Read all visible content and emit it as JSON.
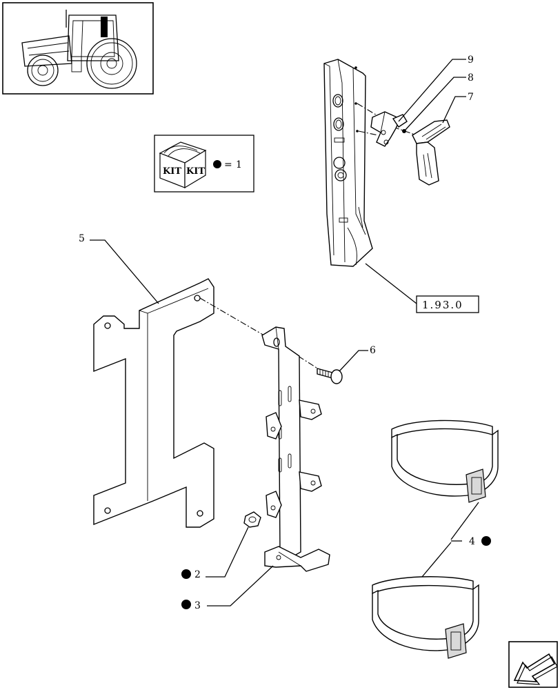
{
  "callouts": {
    "c1": "1",
    "c2": "2",
    "c3": "3",
    "c4": "4",
    "c5": "5",
    "c6": "6",
    "c7": "7",
    "c8": "8",
    "c9": "9"
  },
  "kit_box": {
    "label_left": "KIT",
    "label_right": "KIT",
    "equals": "="
  },
  "reference_box": "1.93.0",
  "icons": {
    "tractor": "tractor-thumbnail-icon",
    "kit": "kit-box-icon",
    "nav": "previous-page-arrow-icon",
    "kit_marker": "filled-dot-marker"
  },
  "colors": {
    "ink": "#000000",
    "paper": "#ffffff",
    "shade": "#d9d9d9"
  }
}
